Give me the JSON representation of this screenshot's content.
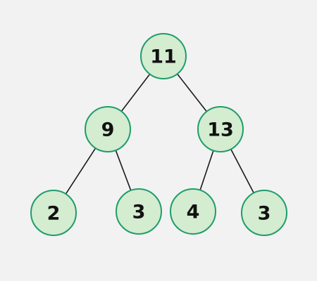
{
  "tree": {
    "nodes": [
      {
        "id": "n0",
        "value": "11"
      },
      {
        "id": "n1",
        "value": "9"
      },
      {
        "id": "n2",
        "value": "13"
      },
      {
        "id": "n3",
        "value": "2"
      },
      {
        "id": "n4",
        "value": "3"
      },
      {
        "id": "n5",
        "value": "4"
      },
      {
        "id": "n6",
        "value": "3"
      }
    ],
    "edges": [
      {
        "from": "n0",
        "to": "n1"
      },
      {
        "from": "n0",
        "to": "n2"
      },
      {
        "from": "n1",
        "to": "n3"
      },
      {
        "from": "n1",
        "to": "n4"
      },
      {
        "from": "n2",
        "to": "n5"
      },
      {
        "from": "n2",
        "to": "n6"
      }
    ]
  },
  "colors": {
    "background": "#f2f2f2",
    "node_fill": "#d4ecd0",
    "node_stroke": "#1f9d6b",
    "edge": "#1a1a1a",
    "label": "#111111"
  }
}
